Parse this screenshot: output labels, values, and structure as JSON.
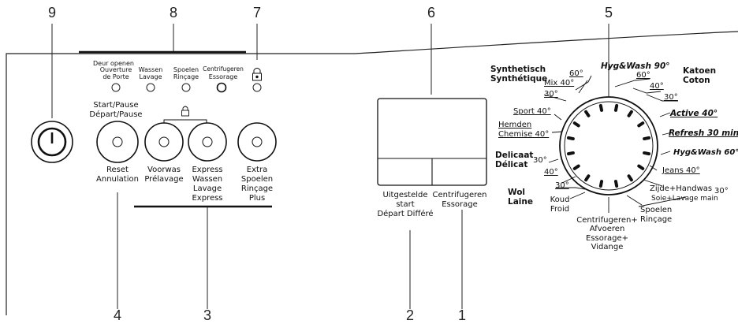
{
  "callouts": {
    "n1": "1",
    "n2": "2",
    "n3": "3",
    "n4": "4",
    "n5": "5",
    "n6": "6",
    "n7": "7",
    "n8": "8",
    "n9": "9"
  },
  "indicators": {
    "door": [
      "Deur openen",
      "Ouverture",
      "de Porte"
    ],
    "wash": [
      "Wassen",
      "Lavage"
    ],
    "rinse": [
      "Spoelen",
      "Rinçage"
    ],
    "spin": [
      "Centrifugeren",
      "Essorage"
    ]
  },
  "buttons": {
    "start": [
      "Start/Pause",
      "Départ/Pause"
    ],
    "reset": [
      "Reset",
      "Annulation"
    ],
    "prewash": [
      "Voorwas",
      "Prélavage"
    ],
    "express": [
      "Express",
      "Wassen",
      "Lavage",
      "Express"
    ],
    "extra": [
      "Extra",
      "Spoelen",
      "Rinçage",
      "Plus"
    ]
  },
  "display": {
    "delay": [
      "Uitgestelde",
      "start",
      "Départ Différé"
    ],
    "spin": [
      "Centrifugeren",
      "Essorage"
    ]
  },
  "dial": {
    "synth": [
      "Synthetisch",
      "Synthétique"
    ],
    "synth60": "60°",
    "mix": "Mix 40°",
    "synth30": "30°",
    "sport": "Sport 40°",
    "shirt": [
      "Hemden",
      "Chemise 40°"
    ],
    "delicate": [
      "Delicaat",
      "Délicat"
    ],
    "delicate30": "30°",
    "wool": [
      "Wol",
      "Laine"
    ],
    "wool40": "40°",
    "wool30": "30°",
    "cold": [
      "Koud",
      "Froid"
    ],
    "spin_drain": [
      "Centrifugeren+",
      "Afvoeren",
      "Essorage+",
      "Vidange"
    ],
    "rinse": [
      "Spoelen",
      "Rinçage"
    ],
    "silk": "Zijde+Handwas",
    "silk30": "30°",
    "silk_fr": "Soie+Lavage main",
    "jeans": "Jeans 40°",
    "hyg60": "Hyg&Wash 60°",
    "refresh": "Refresh 30 min",
    "active": "Active 40°",
    "cotton": [
      "Katoen",
      "Coton"
    ],
    "cotton60": "60°",
    "cotton40": "40°",
    "cotton30": "30°",
    "hyg90": "Hyg&Wash 90°"
  },
  "colors": {
    "ink": "#111111",
    "panel": "#ffffff"
  }
}
